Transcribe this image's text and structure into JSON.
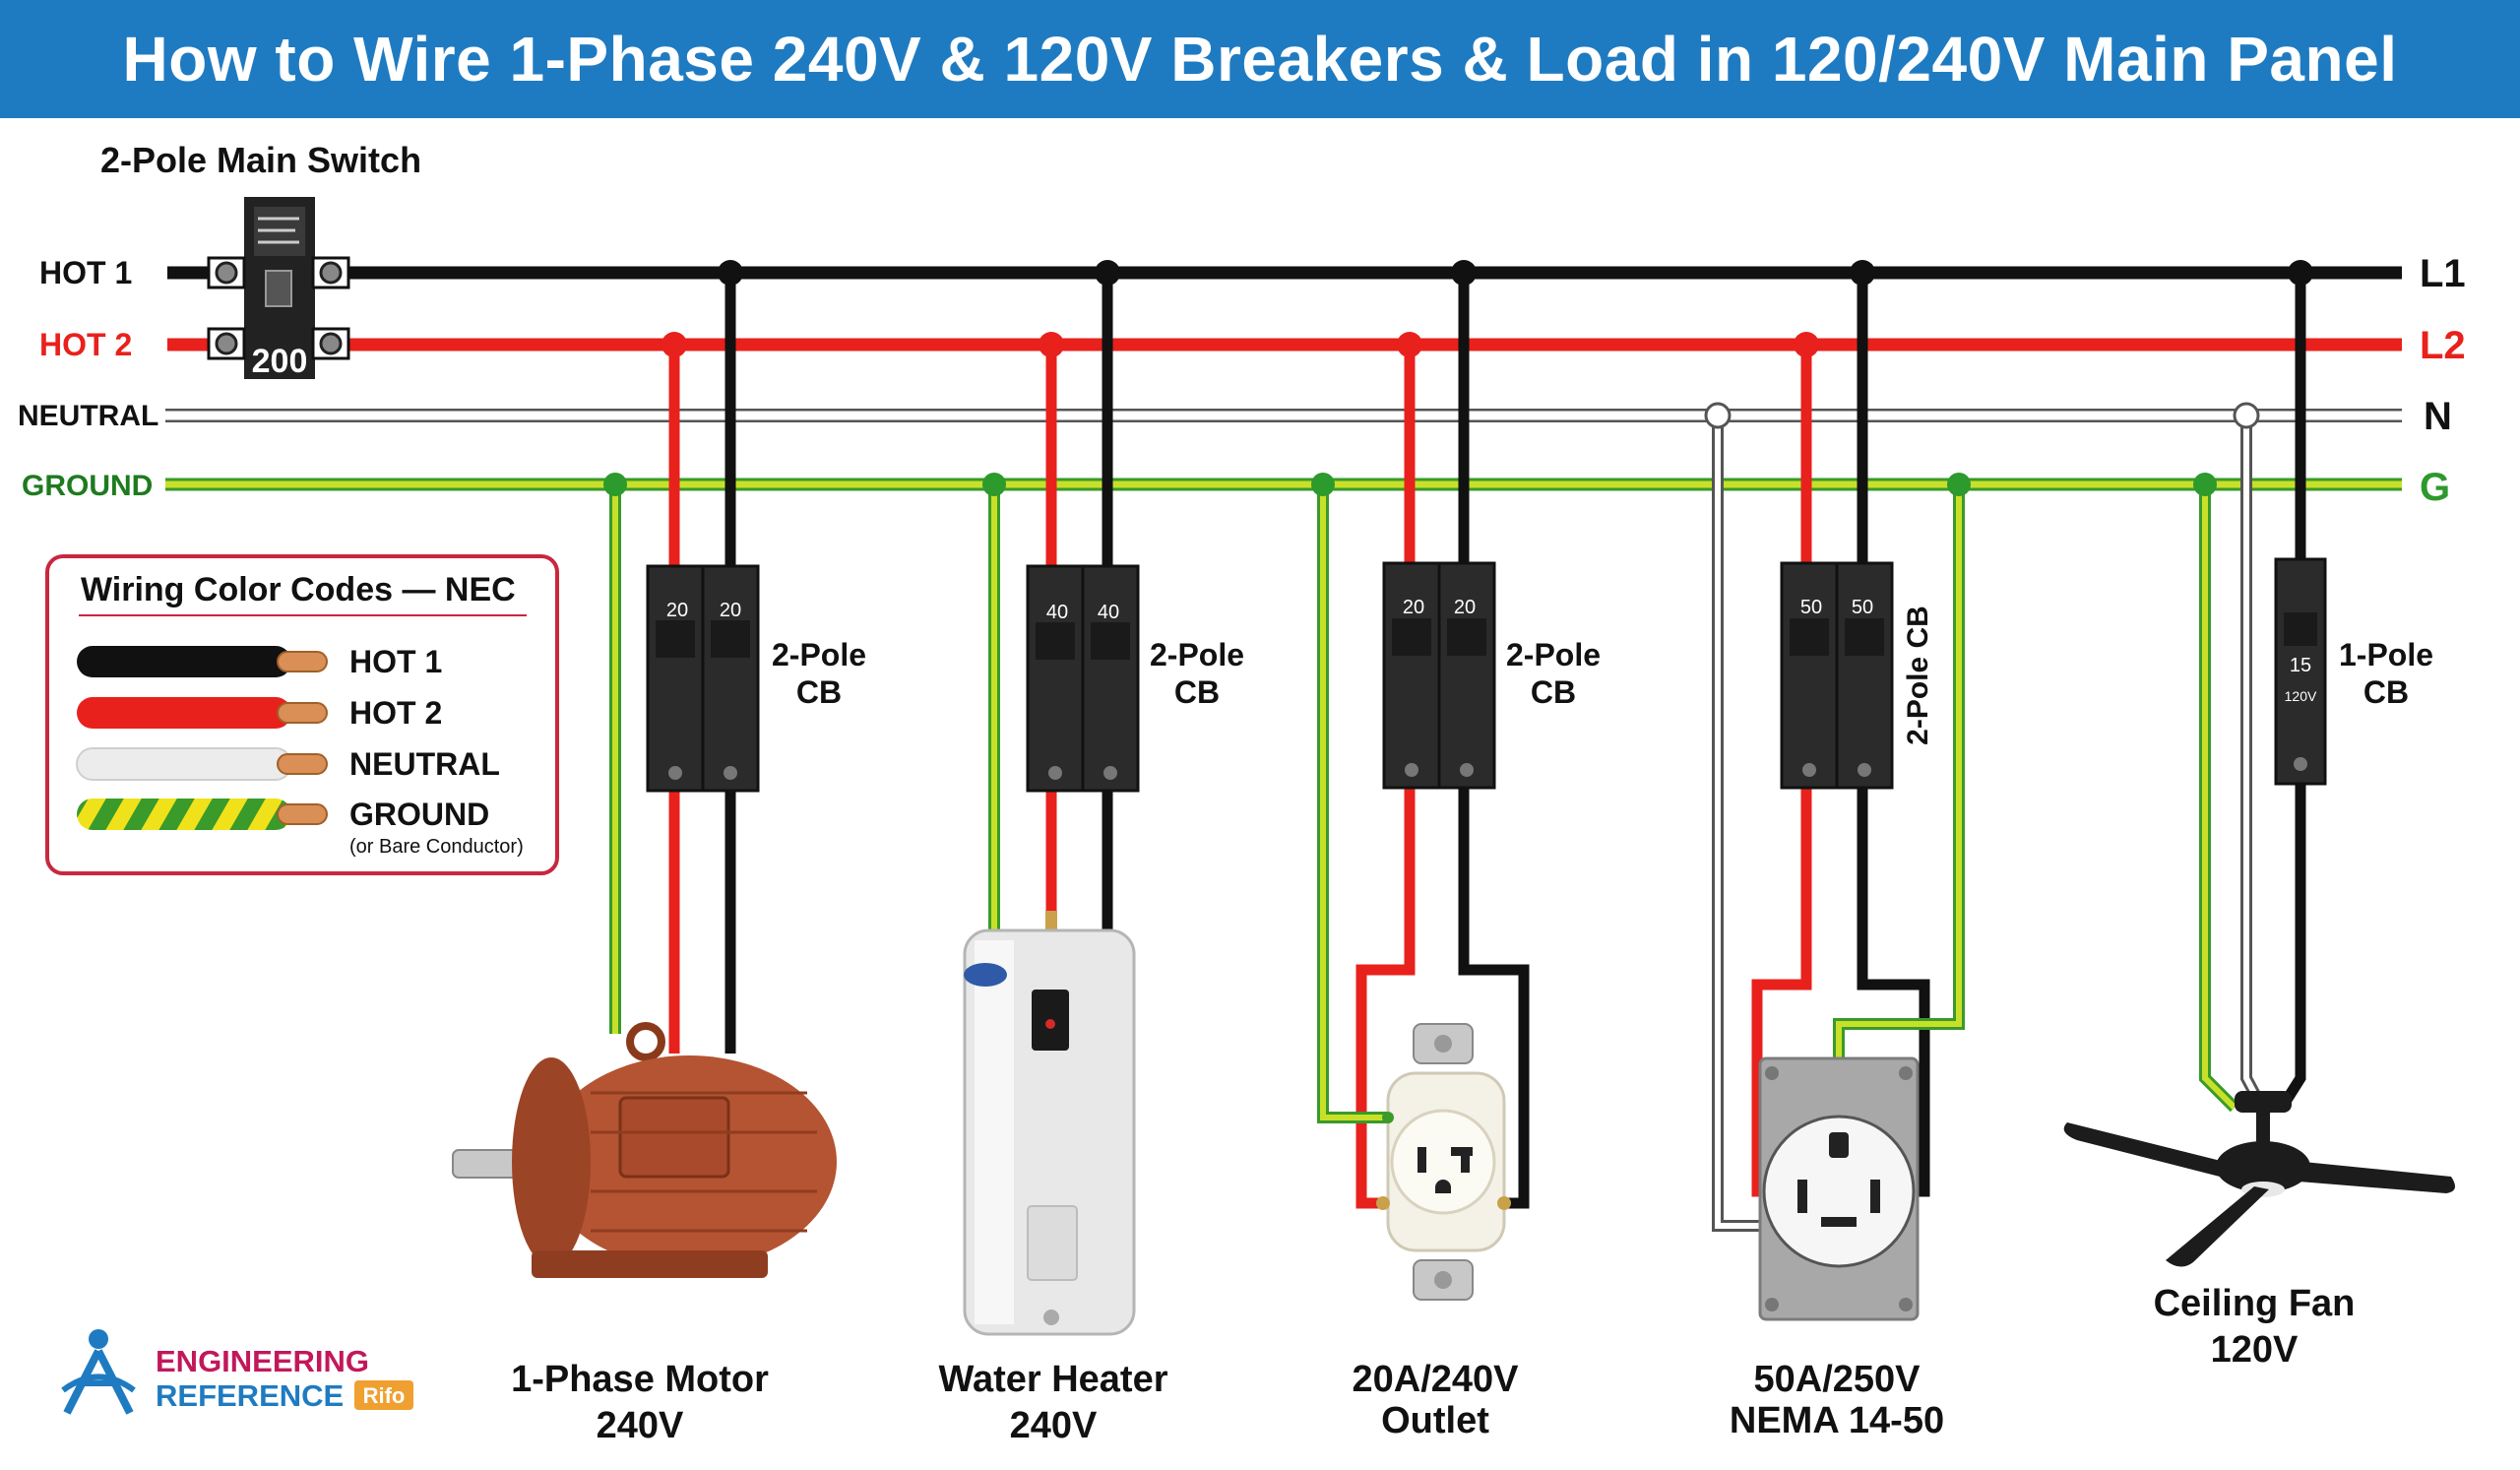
{
  "title": "How to Wire 1-Phase 240V & 120V Breakers & Load in 120/240V Main Panel",
  "main_switch": {
    "label": "2-Pole Main Switch",
    "rating": "200"
  },
  "buses": {
    "hot1": {
      "left": "HOT 1",
      "right": "L1",
      "color": "#111111"
    },
    "hot2": {
      "left": "HOT 2",
      "right": "L2",
      "color": "#e8211c"
    },
    "neutral": {
      "left": "NEUTRAL",
      "right": "N",
      "color": "#ffffff"
    },
    "ground": {
      "left": "GROUND",
      "right": "G",
      "color": "#c8e02a"
    }
  },
  "legend": {
    "title": "Wiring Color Codes — NEC",
    "items": [
      {
        "label": "HOT 1",
        "color": "#111111"
      },
      {
        "label": "HOT 2",
        "color": "#e8211c"
      },
      {
        "label": "NEUTRAL",
        "color": "#ececec"
      },
      {
        "label": "GROUND",
        "color": "#c8e02a"
      }
    ],
    "note": "(or Bare Conductor)"
  },
  "breakers": [
    {
      "rating_a": "20",
      "rating_b": "20",
      "type_line1": "2-Pole",
      "type_line2": "CB"
    },
    {
      "rating_a": "40",
      "rating_b": "40",
      "type_line1": "2-Pole",
      "type_line2": "CB"
    },
    {
      "rating_a": "20",
      "rating_b": "20",
      "type_line1": "2-Pole",
      "type_line2": "CB"
    },
    {
      "rating_a": "50",
      "rating_b": "50",
      "type_vertical": "2-Pole CB"
    },
    {
      "rating": "15",
      "voltage": "120V",
      "type_line1": "1-Pole",
      "type_line2": "CB"
    }
  ],
  "loads": [
    {
      "line1": "1-Phase Motor",
      "line2": "240V"
    },
    {
      "line1": "Water Heater",
      "line2": "240V"
    },
    {
      "line1": "20A/240V",
      "line2": "Outlet"
    },
    {
      "line1": "50A/250V",
      "line2": "NEMA 14-50"
    },
    {
      "line1": "Ceiling Fan",
      "line2": "120V"
    }
  ],
  "logo": {
    "line1": "ENGINEERING",
    "line2": "REFERENCE",
    "badge": "Rifo"
  }
}
